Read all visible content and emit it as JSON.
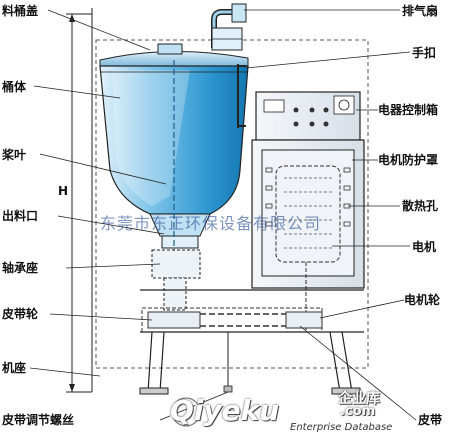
{
  "labels": {
    "lid": "料桶盖",
    "exhaust_fan": "排气扇",
    "handle": "手扣",
    "barrel": "桶体",
    "control_box": "电器控制箱",
    "blade": "桨叶",
    "motor_guard": "电机防护罩",
    "cooling_holes": "散热孔",
    "outlet": "出料口",
    "motor": "电机",
    "bearing_seat": "轴承座",
    "belt_pulley": "皮带轮",
    "motor_pulley": "电机轮",
    "base": "机座",
    "belt_adjust_screw": "皮带调节螺丝",
    "belt": "皮带",
    "height_mark": "H"
  },
  "watermark": "东莞市东正环保设备有限公司",
  "logo": {
    "brand": "Qiyeku",
    "suffix": ".com",
    "cn": "企业库",
    "en": "Enterprise Database"
  },
  "colors": {
    "barrel_light": "#c9e6f5",
    "barrel_dark": "#1f8fc6",
    "outline": "#222222",
    "cabinet": "#e9eef3",
    "panel": "#cfd8e2"
  }
}
